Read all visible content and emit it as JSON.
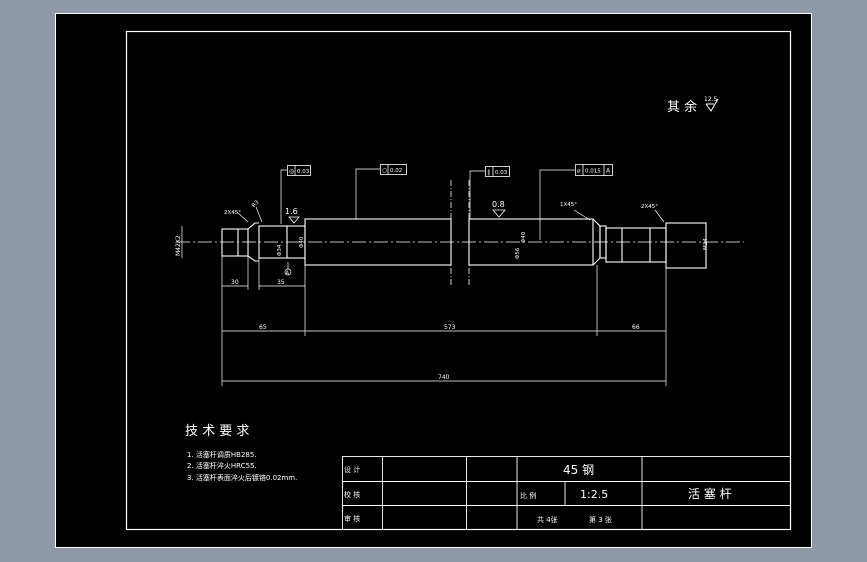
{
  "drawing": {
    "surface_finish": {
      "label": "其 余",
      "value": "12.5"
    },
    "technical_requirements": {
      "heading": "技 术 要 求",
      "items": [
        "1. 活塞杆调质HB285.",
        "2. 活塞杆淬火HRC55.",
        "3. 活塞杆表面淬火后镀铬0.02mm."
      ]
    },
    "tolerance_frames": [
      {
        "symbol": "◎",
        "value": "0.03"
      },
      {
        "symbol": "○",
        "value": "0.02"
      },
      {
        "symbol": "∥",
        "value": "0.03"
      },
      {
        "symbol": "⌀",
        "value": "0.015",
        "datum": "A"
      }
    ],
    "roughness_marks": {
      "left": "1.6",
      "right": "0.8"
    },
    "chamfers": {
      "left": "2X45°",
      "middle": "1X45°",
      "right": "2X45°",
      "small": "R3"
    },
    "datum_label": "A",
    "diameters": {
      "left_end": "M42X2",
      "left_shoulder": "Φ34",
      "main_top": "Φ40",
      "main_right": "Φ56",
      "right_end": "M34"
    },
    "dimensions": {
      "left_thread": "30",
      "left_step": "35",
      "left_total": "65",
      "center": "573",
      "right": "66",
      "overall": "740"
    },
    "title_block": {
      "material": "45 钢",
      "part_name": "活 塞 杆",
      "scale_label": "比   例",
      "scale": "1:2.5",
      "rows": [
        "设   计",
        "校   核",
        "审   核"
      ],
      "sheet_total": "共 4张",
      "sheet_number": "第 3 张"
    }
  },
  "colors": {
    "background": "#8e98a6",
    "paper": "#000000",
    "line": "#ffffff"
  }
}
